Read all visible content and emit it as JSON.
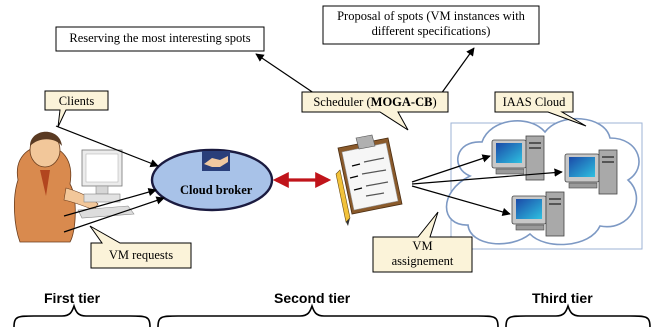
{
  "callouts": {
    "reserving": "Reserving the most interesting spots",
    "proposal_line1": "Proposal of spots (VM instances with",
    "proposal_line2": "different specifications)",
    "clients": "Clients",
    "scheduler_prefix": "Scheduler (",
    "scheduler_bold": "MOGA-CB",
    "scheduler_suffix": ")",
    "iaas_cloud": "IAAS Cloud",
    "vm_requests": "VM requests",
    "vm_assign_line1": "VM",
    "vm_assign_line2": "assignement"
  },
  "broker": {
    "label": "Cloud broker"
  },
  "tiers": {
    "first": "First tier",
    "second": "Second tier",
    "third": "Third tier"
  },
  "colors": {
    "callout_fill": "#fbf3d9",
    "broker_fill": "#a8c2e8",
    "cloud_outline": "#7d99c4",
    "double_arrow": "#c0141a"
  }
}
